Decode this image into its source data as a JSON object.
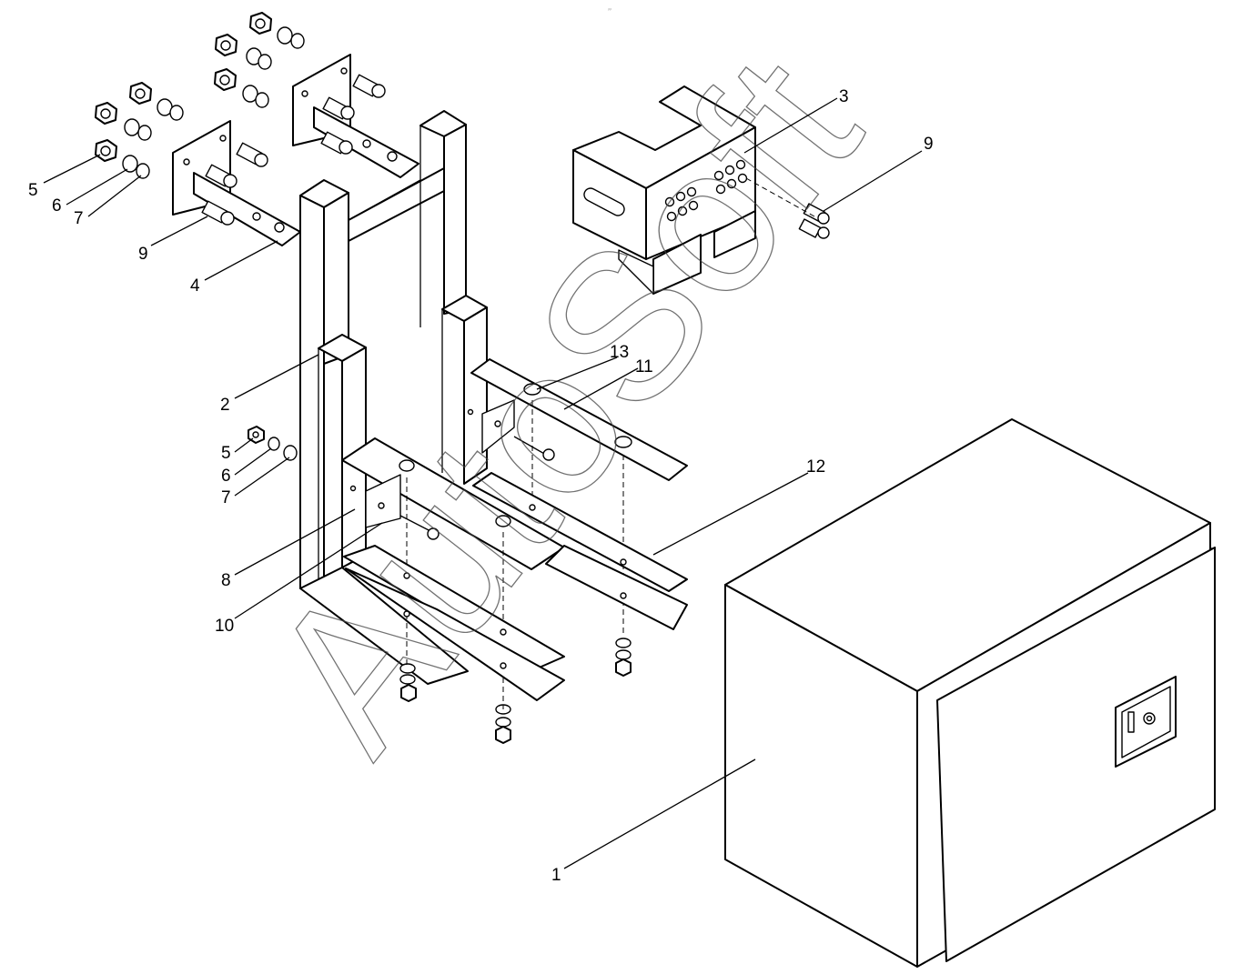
{
  "watermark": "AutoSoft",
  "header_mark": "⸗⸗",
  "callouts": [
    {
      "id": "c1",
      "label": "1"
    },
    {
      "id": "c2",
      "label": "2"
    },
    {
      "id": "c3",
      "label": "3"
    },
    {
      "id": "c4",
      "label": "4"
    },
    {
      "id": "c5a",
      "label": "5"
    },
    {
      "id": "c6a",
      "label": "6"
    },
    {
      "id": "c7a",
      "label": "7"
    },
    {
      "id": "c9a",
      "label": "9"
    },
    {
      "id": "c9b",
      "label": "9"
    },
    {
      "id": "c5b",
      "label": "5"
    },
    {
      "id": "c6b",
      "label": "6"
    },
    {
      "id": "c7b",
      "label": "7"
    },
    {
      "id": "c8",
      "label": "8"
    },
    {
      "id": "c10",
      "label": "10"
    },
    {
      "id": "c11",
      "label": "11"
    },
    {
      "id": "c12",
      "label": "12"
    },
    {
      "id": "c13",
      "label": "13"
    }
  ]
}
